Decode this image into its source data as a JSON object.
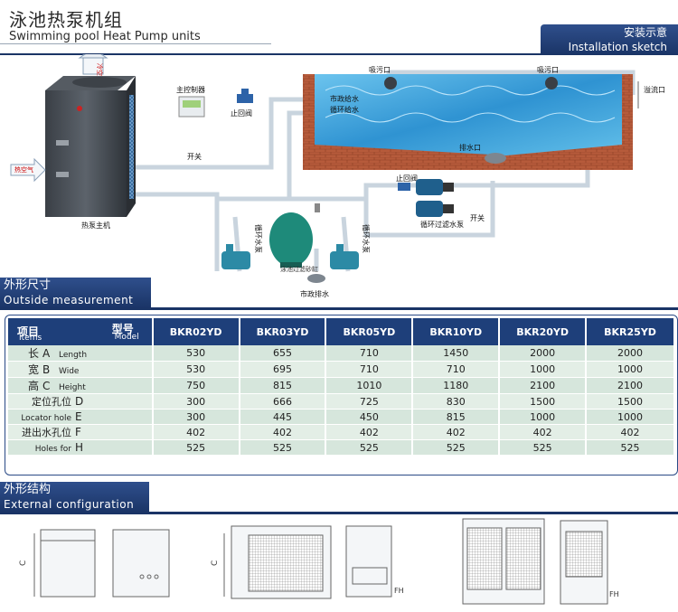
{
  "header": {
    "title_cn": "泳池热泵机组",
    "title_en": "Swimming pool Heat Pump units"
  },
  "install": {
    "title_cn": "安装示意",
    "title_en": "Installation sketch"
  },
  "diagram": {
    "labels": {
      "exhaust": "冷空气",
      "hot_air": "热空气",
      "controller": "主控制器",
      "check_valve_1": "止回阀",
      "city_water": "市政给水",
      "circ_water": "循环给水",
      "suction_1": "吸污口",
      "suction_2": "吸污口",
      "overflow": "溢流口",
      "switch_1": "开关",
      "drain_port": "排水口",
      "heat_pump": "热泵主机",
      "check_valve_2": "止回阀",
      "circ_pump": "循环过滤水泵",
      "switch_2": "开关",
      "backwash_pump_1": "循环水泵",
      "backwash_pump_2": "循环水泵",
      "sand_filter": "泳池过滤砂缸",
      "city_drain": "市政排水"
    }
  },
  "outside": {
    "title_cn": "外形尺寸",
    "title_en": "Outside measurement"
  },
  "table": {
    "header_items_cn": "项目",
    "header_items_en": "Items",
    "header_model_cn": "型号",
    "header_model_en": "Model",
    "models": [
      "BKR02YD",
      "BKR03YD",
      "BKR05YD",
      "BKR10YD",
      "BKR20YD",
      "BKR25YD"
    ],
    "rows": [
      {
        "cn": "长",
        "sym": "A",
        "en": "Length",
        "values": [
          "530",
          "655",
          "710",
          "1450",
          "2000",
          "2000"
        ]
      },
      {
        "cn": "宽",
        "sym": "B",
        "en": "Wide",
        "values": [
          "530",
          "695",
          "710",
          "710",
          "1000",
          "1000"
        ]
      },
      {
        "cn": "高",
        "sym": "C",
        "en": "Height",
        "values": [
          "750",
          "815",
          "1010",
          "1180",
          "2100",
          "2100"
        ]
      },
      {
        "cn": "定位孔位",
        "sym": "D",
        "en": "",
        "values": [
          "300",
          "666",
          "725",
          "830",
          "1500",
          "1500"
        ]
      },
      {
        "cn": "Locator hole",
        "sym": "E",
        "en": "",
        "values": [
          "300",
          "445",
          "450",
          "815",
          "1000",
          "1000"
        ]
      },
      {
        "cn": "进出水孔位",
        "sym": "F",
        "en": "",
        "values": [
          "402",
          "402",
          "402",
          "402",
          "402",
          "402"
        ]
      },
      {
        "cn": "Holes for",
        "sym": "H",
        "en": "",
        "values": [
          "525",
          "525",
          "525",
          "525",
          "525",
          "525"
        ]
      }
    ]
  },
  "external": {
    "title_cn": "外形结构",
    "title_en": "External configuration",
    "dim_c": "C",
    "dim_fh": "FH"
  },
  "colors": {
    "banner": "#1a3466",
    "header_row": "#1e3f7a",
    "row_a": "#d6e6dc",
    "row_b": "#e3eee6",
    "pool_water": "#3aa0d8",
    "brick": "#b25a3a",
    "pipe": "#c7d2dc"
  }
}
